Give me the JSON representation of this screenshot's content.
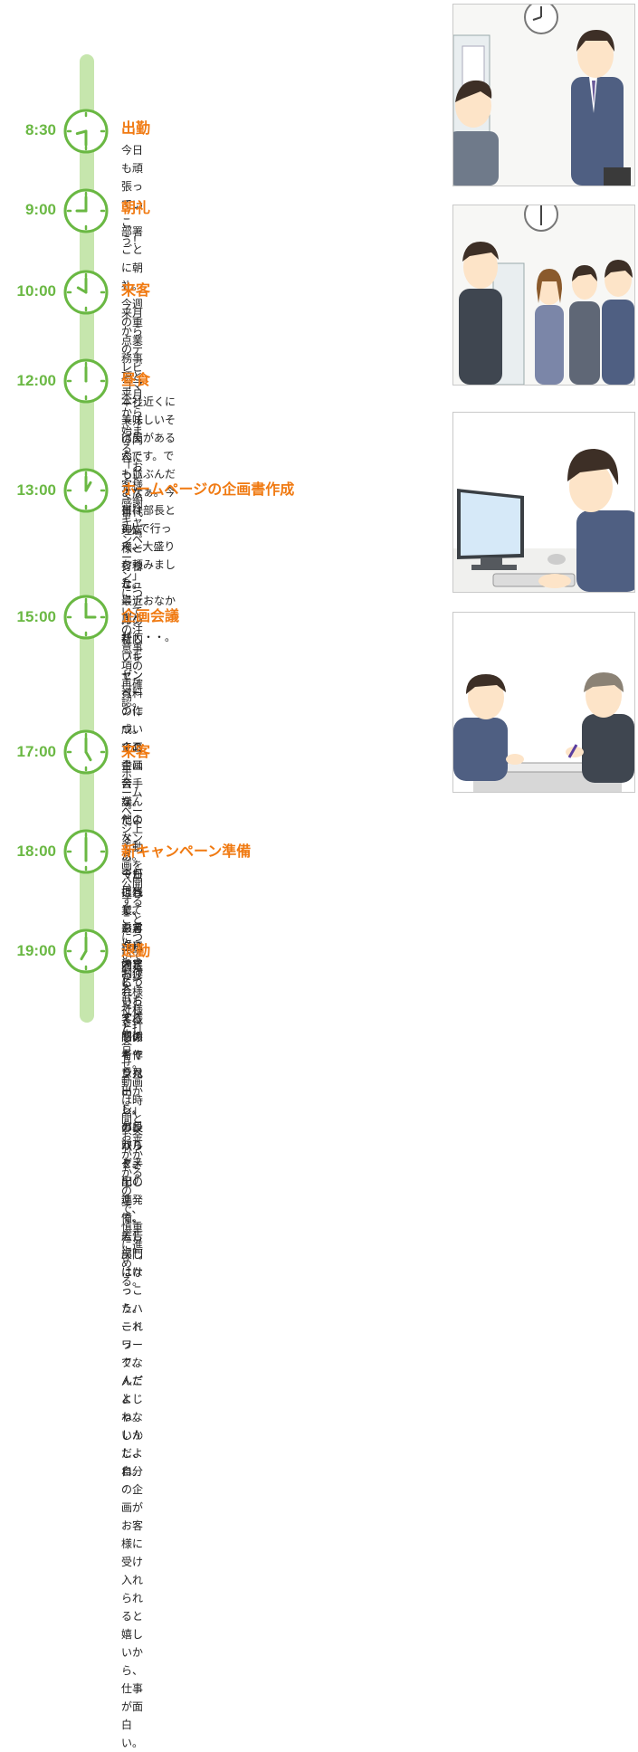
{
  "schedule": [
    {
      "time": "8:30",
      "hour": 8,
      "minute": 30,
      "title": "出勤",
      "text": "今日も頑張っていこう！"
    },
    {
      "time": "9:00",
      "hour": 9,
      "minute": 0,
      "title": "朝礼",
      "text": "部署ごとに朝礼。今週の重点業務事項と来月から始まる\n「お客様感謝キャンペーン」についての注意事項の再確認。"
    },
    {
      "time": "10:00",
      "hour": 10,
      "minute": 0,
      "title": "来客",
      "text": "来月からのテレビコマーシャルの内容について広告代\n理店様と打合せ。"
    },
    {
      "time": "12:00",
      "hour": 12,
      "minute": 0,
      "title": "昼食",
      "text": "本社近くに美味しいそば屋があるんです。でも並ぶんだ\nよなぁ。今日は部長と3人で行って、大盛りを頼みました。\n最近おなか周りが・・・。"
    },
    {
      "time": "13:00",
      "hour": 13,
      "minute": 0,
      "title": "ホームページの企画書作成",
      "text": "ホームページリニューアルの社内プレゼン資料の作成。\n企画書は苦手なんだよなぁ。でもこれで、お客様に\n満足してもらえるものを作りたいから、ガンバルぞ。"
    },
    {
      "time": "15:00",
      "hour": 15,
      "minute": 0,
      "title": "企画会議",
      "text": "新しいキャンペーンについての企画会議。他のメンバ\nーが担当している企画内容について、関係者で意見出\nし。部長からダメ出し連発で、差し戻しになった。\nこれって、人ごとじゃないんだよね。"
    },
    {
      "time": "17:00",
      "hour": 17,
      "minute": 0,
      "title": "来客",
      "text": "ホームページ上で動画を公開することについて制作会\n社様と打合せ。動画は時間とお金がかかるので、慎重\nに進める。"
    },
    {
      "time": "18:00",
      "hour": 18,
      "minute": 0,
      "title": "新キャンペーン準備",
      "text": "今日は残業。来月から始まる「お客様感謝キャンペーン」の段取りと手配の準備。広告部門\nはけっこうハードワークなんだよね。しかし、自分の企画がお客様に受け入れられると\n嬉しいから、仕事が面白い。"
    },
    {
      "time": "19:00",
      "hour": 19,
      "minute": 0,
      "title": "退勤",
      "text": "お疲れ様でした！"
    }
  ],
  "colors": {
    "accent_time": "#6ab843",
    "accent_title": "#f07a12",
    "timeline": "#c6e6ad",
    "suit": "#4f5f82",
    "hair": "#3d2f26"
  }
}
